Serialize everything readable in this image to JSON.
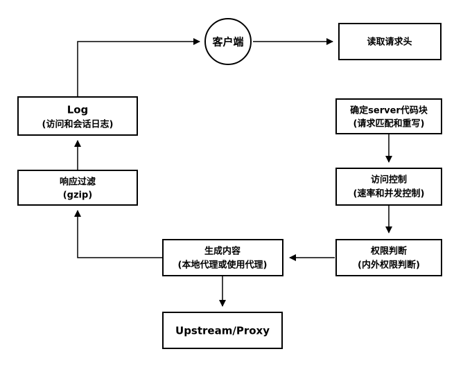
{
  "nodes": {
    "client": {
      "text": "客户端"
    },
    "read_headers": {
      "text": "读取请求头"
    },
    "server_match": {
      "line1": "确定server代码块",
      "line2": "(请求匹配和重写)"
    },
    "access_control": {
      "line1": "访问控制",
      "line2": "(速率和并发控制)"
    },
    "permission_check": {
      "line1": "权限判断",
      "line2": "(内外权限判断)"
    },
    "content_generation": {
      "line1": "生成内容",
      "line2": "(本地代理或使用代理)"
    },
    "upstream": {
      "text": "Upstream/Proxy"
    },
    "response_filter": {
      "line1": "响应过滤",
      "line2": "(gzip)"
    },
    "log": {
      "line1": "Log",
      "line2": "(访问和会话日志)"
    }
  },
  "colors": {
    "stroke": "#000000",
    "fill": "#ffffff",
    "text": "#000000"
  }
}
